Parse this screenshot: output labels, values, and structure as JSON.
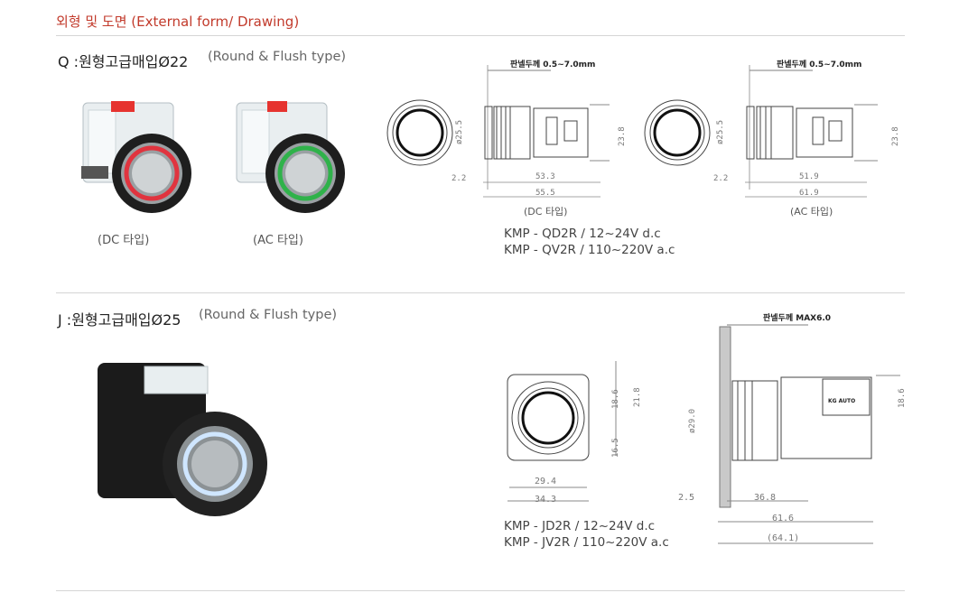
{
  "header": {
    "title": "외형 및 도면 (External form/ Drawing)"
  },
  "section_q": {
    "title": "Q :원형고급매입Ø22",
    "subtitle": "(Round & Flush type)",
    "photo_dc_caption": "(DC 타입)",
    "photo_ac_caption": "(AC 타입)",
    "panel_label": "판넬두께 0.5~7.0mm",
    "dc_drawing": {
      "caption": "(DC 타입)",
      "dia": "ø25.5",
      "height": "23.8",
      "offset": "2.2",
      "body_len": "53.3",
      "total_len": "55.5"
    },
    "ac_drawing": {
      "caption": "(AC 타입)",
      "dia": "ø25.5",
      "height": "23.8",
      "offset": "2.2",
      "body_len": "51.9",
      "total_len": "61.9"
    },
    "models": [
      "KMP - QD2R  / 12~24V d.c",
      "KMP - QV2R  / 110~220V a.c"
    ]
  },
  "section_j": {
    "title": "J :원형고급매입Ø25",
    "subtitle": "(Round & Flush type)",
    "panel_label": "판넬두께 MAX6.0",
    "front": {
      "h_total": "21.8",
      "h_upper": "18.6",
      "h_lower": "16.5",
      "w_inner": "29.4",
      "w_outer": "34.3"
    },
    "side": {
      "dia": "ø29.0",
      "height": "18.6",
      "offset": "2.5",
      "body_len": "36.8",
      "len": "61.6",
      "total_len": "(64.1)",
      "brand": "KG AUTO"
    },
    "models": [
      "KMP - JD2R / 12~24V d.c",
      "KMP - JV2R / 110~220V a.c"
    ]
  },
  "colors": {
    "heading": "#c23a2b",
    "dc_ring": "#e0343f",
    "ac_ring": "#2fb24a",
    "j_ring": "#cfe6ff"
  }
}
